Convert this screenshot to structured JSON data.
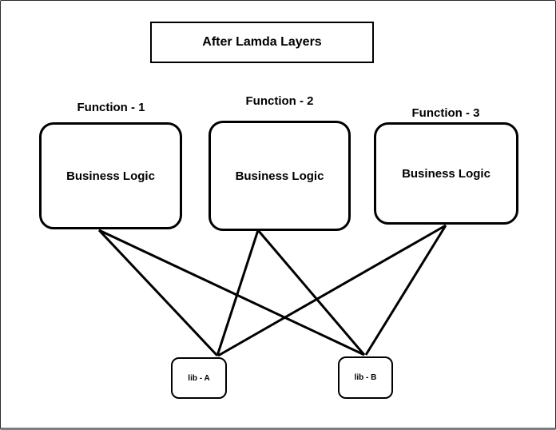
{
  "diagram": {
    "title": "After Lamda Layers",
    "colors": {
      "stroke": "#000000",
      "background": "#ffffff"
    },
    "functions": [
      {
        "id": "function-1",
        "label": "Function - 1",
        "content": "Business Logic"
      },
      {
        "id": "function-2",
        "label": "Function - 2",
        "content": "Business Logic"
      },
      {
        "id": "function-3",
        "label": "Function - 3",
        "content": "Business Logic"
      }
    ],
    "libraries": [
      {
        "id": "lib-a",
        "label": "lib - A"
      },
      {
        "id": "lib-b",
        "label": "lib - B"
      }
    ],
    "connections": [
      {
        "from": "function-1",
        "to": "lib-a"
      },
      {
        "from": "function-1",
        "to": "lib-b"
      },
      {
        "from": "function-2",
        "to": "lib-a"
      },
      {
        "from": "function-2",
        "to": "lib-b"
      },
      {
        "from": "function-3",
        "to": "lib-a"
      },
      {
        "from": "function-3",
        "to": "lib-b"
      }
    ]
  }
}
